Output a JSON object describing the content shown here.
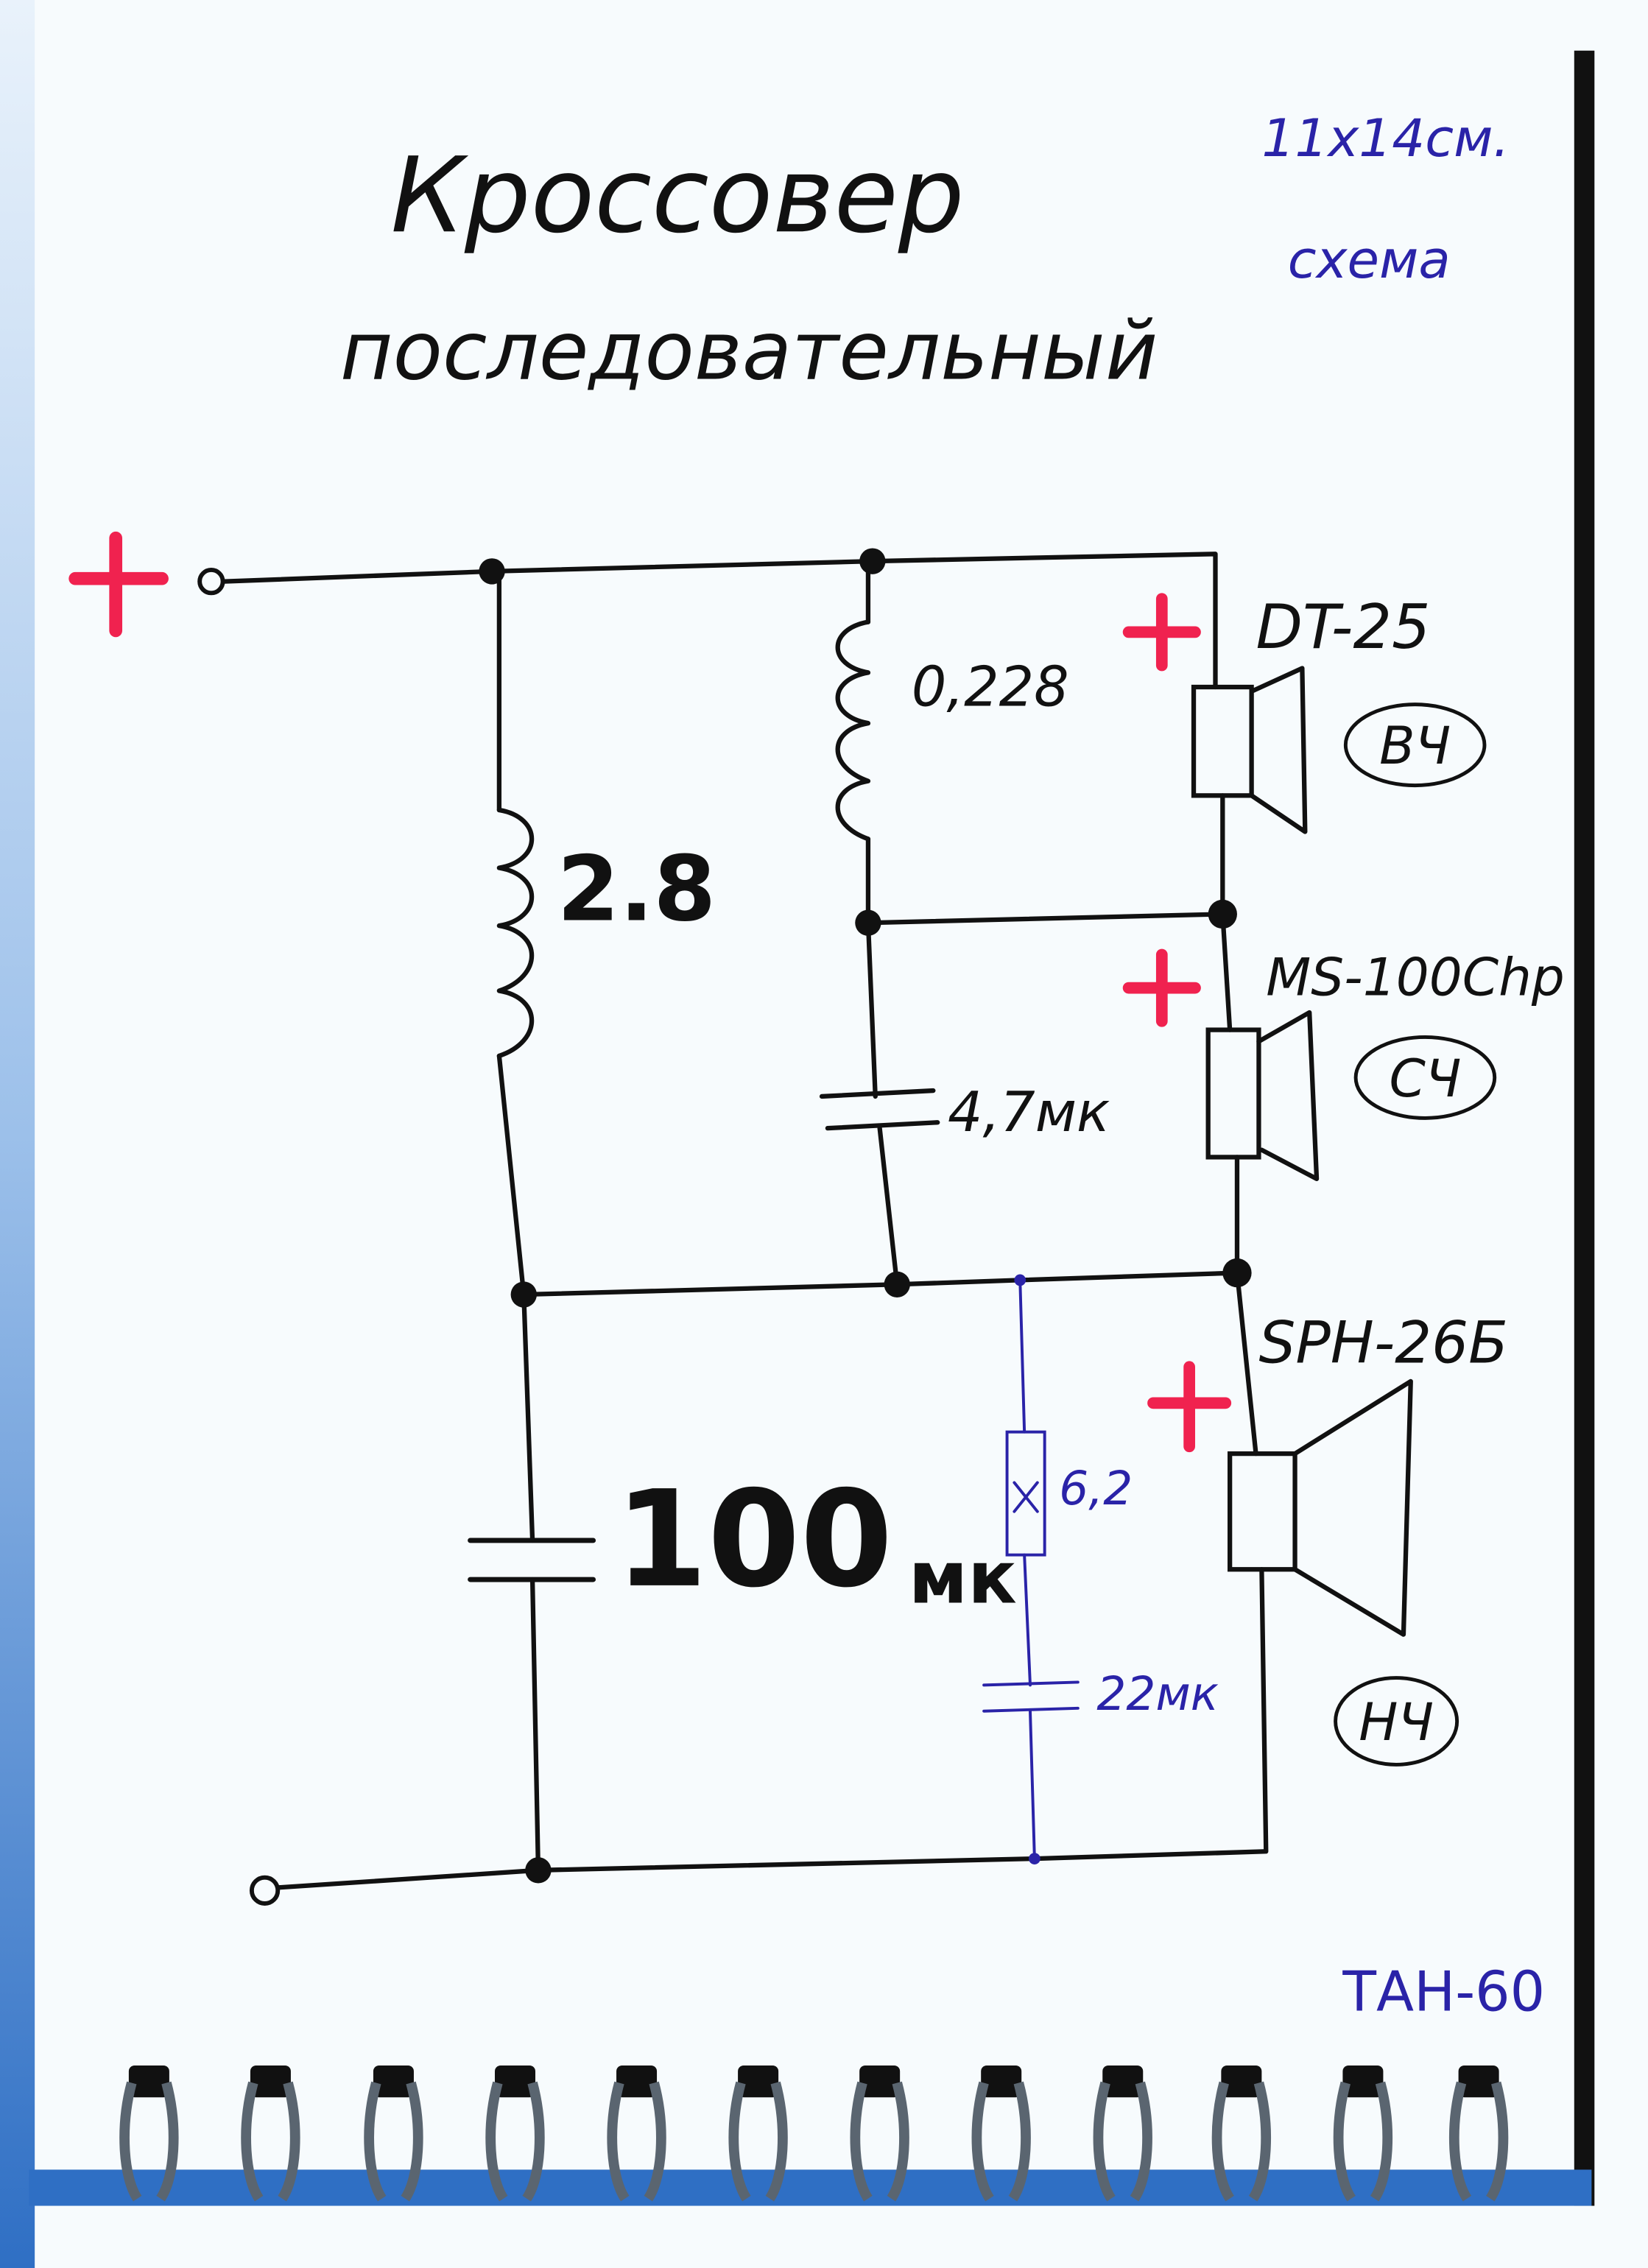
{
  "title": {
    "line1": "Кроссовер",
    "line2": "последовательный"
  },
  "note": {
    "size": "11х14см.",
    "word": "схема"
  },
  "components": {
    "l1": "2.8",
    "l2": "0,228",
    "c1": "4,7мк",
    "c2_value": "100",
    "c2_unit": "мк",
    "r1": "6,2",
    "c3": "22мк"
  },
  "speakers": [
    {
      "model": "DT-25",
      "band": "ВЧ"
    },
    {
      "model": "MS-100Сhp",
      "band": "СЧ"
    },
    {
      "model": "SPH-26Б",
      "band": "НЧ"
    }
  ],
  "signature": "ТАН-60",
  "colors": {
    "ink": "#111111",
    "pen": "#2a23a8",
    "plus": "#f0224f",
    "edge": "#2f6fc4"
  }
}
